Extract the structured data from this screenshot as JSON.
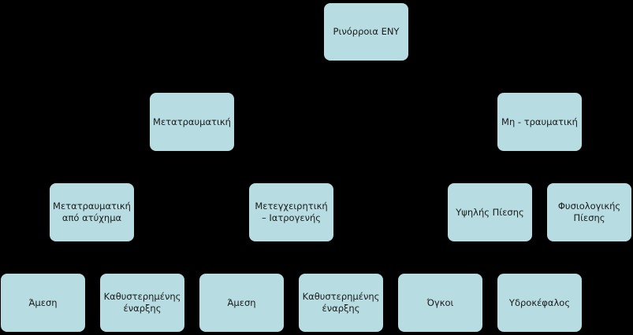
{
  "diagram": {
    "background": "#000000",
    "node_color": "#b7dde3",
    "root": {
      "label": "Ρινόρροια ΕΝΥ"
    },
    "level1": [
      {
        "label": "Μετατραυματική"
      },
      {
        "label": "Μη - τραυματική"
      }
    ],
    "level2": [
      {
        "label": "Μετατραυματική από ατύχημα"
      },
      {
        "label": "Μετεγχειρητική – Ιατρογενής"
      },
      {
        "label": "Υψηλής Πίεσης"
      },
      {
        "label": "Φυσιολογικής Πίεσης"
      }
    ],
    "level3": [
      {
        "label": "Άμεση"
      },
      {
        "label": "Καθυστερημένης έναρξης"
      },
      {
        "label": "Άμεση"
      },
      {
        "label": "Καθυστερημένης έναρξης"
      },
      {
        "label": "Όγκοι"
      },
      {
        "label": "Υδροκέφαλος"
      }
    ]
  }
}
